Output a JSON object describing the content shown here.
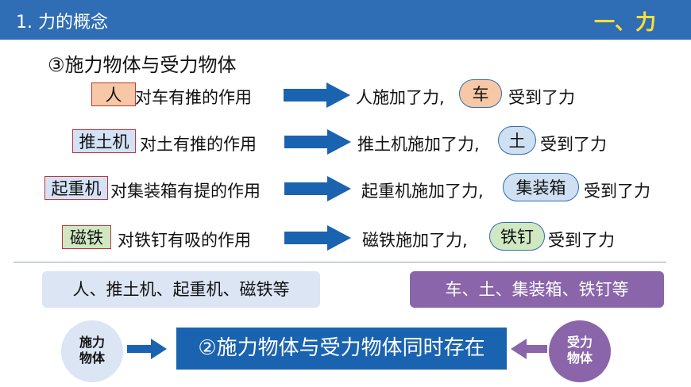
{
  "header": {
    "title": "1. 力的概念",
    "badge": "一、力"
  },
  "subtitle": "③施力物体与受力物体",
  "rows": [
    {
      "agent": "人",
      "relation": "对车有推的作用",
      "result_prefix": "人施加了力,",
      "receiver": "车",
      "result_suffix": "受到了力"
    },
    {
      "agent": "推土机",
      "relation": "对土有推的作用",
      "result_prefix": "推土机施加了力,",
      "receiver": "土",
      "result_suffix": "受到了力"
    },
    {
      "agent": "起重机",
      "relation": "对集装箱有提的作用",
      "result_prefix": "起重机施加了力,",
      "receiver": "集装箱",
      "result_suffix": "受到了力"
    },
    {
      "agent": "磁铁",
      "relation": "对铁钉有吸的作用",
      "result_prefix": "磁铁施加了力,",
      "receiver": "铁钉",
      "result_suffix": "受到了力"
    }
  ],
  "summary": {
    "agents_box": "人、推土机、起重机、磁铁等",
    "receivers_box": "车、土、集装箱、铁钉等",
    "left_circle": [
      "施力",
      "物体"
    ],
    "right_circle": [
      "受力",
      "物体"
    ],
    "center": "②施力物体与受力物体同时存在"
  },
  "colors": {
    "header_bg": "#2f6db5",
    "badge": "#ffe033",
    "arrow": "#1a63b0",
    "agent_fill_1": "#f7c8a6",
    "agent_fill_2": "#d3e2f4",
    "agent_fill_3": "#d3e2f4",
    "agent_fill_4": "#cfe8c2",
    "oval_fill_1": "#f7c8a6",
    "oval_fill_2": "#cfe0f3",
    "oval_fill_3": "#cfe0f3",
    "oval_fill_4": "#cfe8c2",
    "left_circle": "#dbe5f3",
    "right_circle": "#8a65aa",
    "center_box": "#1a63b0"
  }
}
